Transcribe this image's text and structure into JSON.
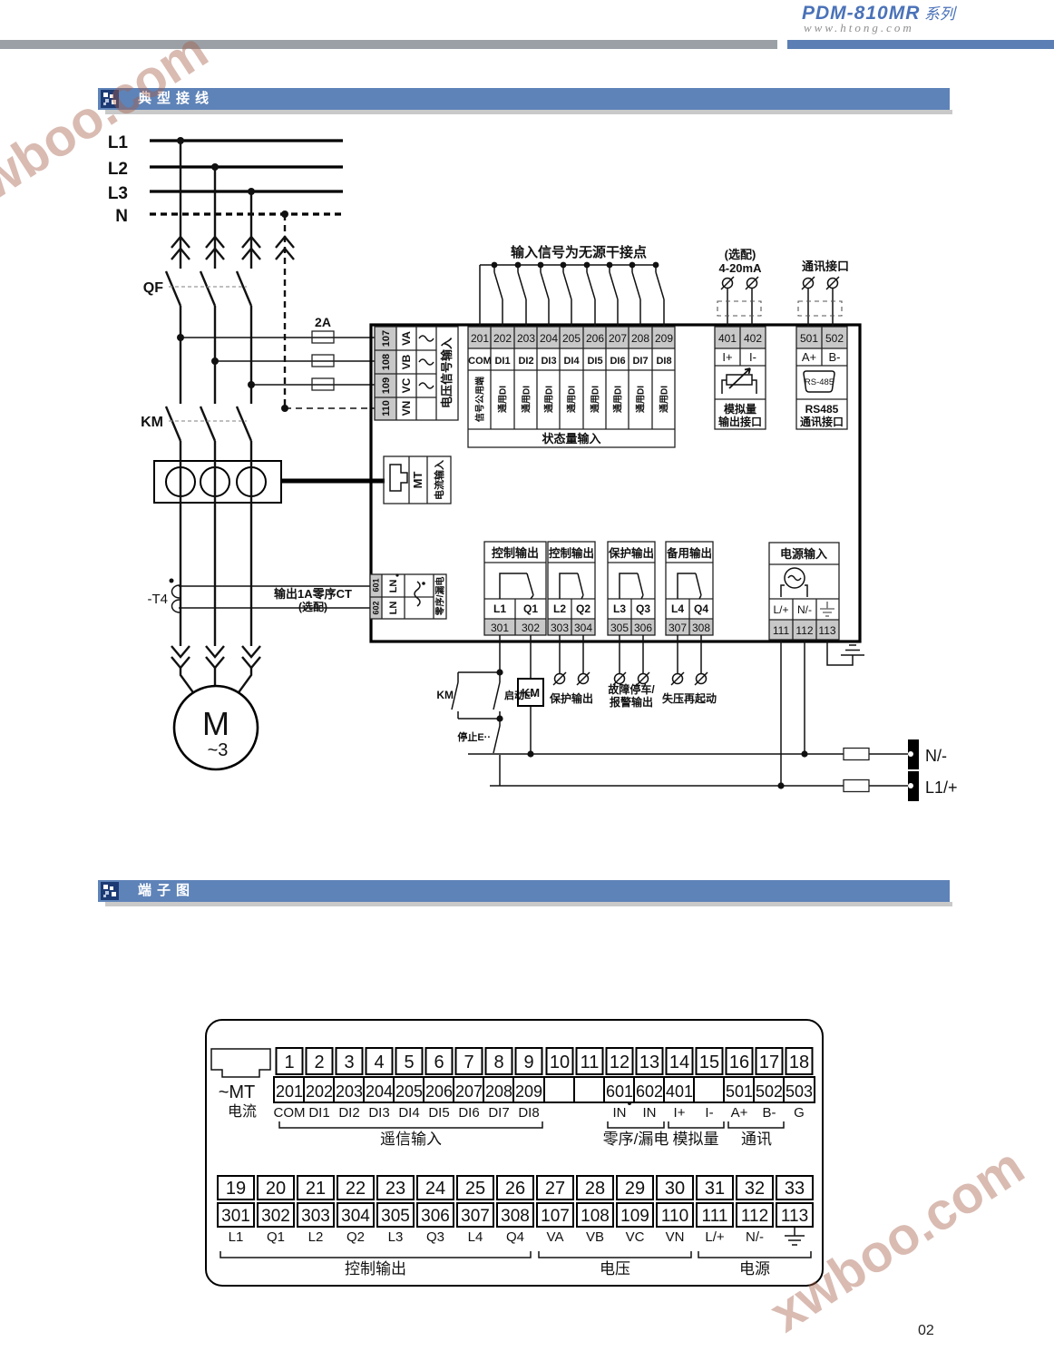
{
  "header": {
    "brand": "PDM-810MR",
    "brand_suffix": "系列",
    "url": "www.htong.com"
  },
  "sections": {
    "s1": "典型接线",
    "s2": "端子图"
  },
  "watermark": "xwboo.com",
  "page_number": "02",
  "colors": {
    "accent_blue": "#5e83b8",
    "icon_navy": "#1c3a74",
    "bar_gray": "#9aa0a6",
    "cell_gray": "#c8c8c8"
  },
  "wiring": {
    "phases": [
      "L1",
      "L2",
      "L3",
      "N"
    ],
    "qf": "QF",
    "km": "KM",
    "fuse_rating": "2A",
    "ct_label": "-T4",
    "ct_note_line1": "输出1A零序CT",
    "ct_note_line2": "(选配)",
    "motor": "M",
    "motor_phase": "~3",
    "di_note": "输入信号为无源干接点",
    "analog_note_line1": "(选配)",
    "analog_note_line2": "4-20mA",
    "comm_note": "通讯接口",
    "voltage": {
      "nums": [
        "107",
        "108",
        "109",
        "110"
      ],
      "codes": [
        "VA",
        "VB",
        "VC",
        "VN"
      ],
      "label": "电压信号输入"
    },
    "di": {
      "nums": [
        "201",
        "202",
        "203",
        "204",
        "205",
        "206",
        "207",
        "208",
        "209"
      ],
      "codes": [
        "COM",
        "DI1",
        "DI2",
        "DI3",
        "DI4",
        "DI5",
        "DI6",
        "DI7",
        "DI8"
      ],
      "col0": "信号公用端",
      "col": "通用DI",
      "footer": "状态量输入"
    },
    "mt": {
      "name": "MT",
      "label": "电流输入"
    },
    "zero": {
      "nums": [
        "601",
        "602"
      ],
      "codes": [
        "LN",
        "LN"
      ],
      "label": "零序/漏电"
    },
    "analog": {
      "nums": [
        "401",
        "402"
      ],
      "codes": [
        "I+",
        "I-"
      ],
      "label1": "模拟量",
      "label2": "输出接口"
    },
    "comm": {
      "nums": [
        "501",
        "502"
      ],
      "codes": [
        "A+",
        "B-"
      ],
      "conn": "RS-485",
      "label1": "RS485",
      "label2": "通讯接口"
    },
    "outputs": [
      {
        "title": "控制输出",
        "codes": [
          "L1",
          "Q1"
        ],
        "nums": [
          "301",
          "302"
        ]
      },
      {
        "title": "控制输出",
        "codes": [
          "L2",
          "Q2"
        ],
        "nums": [
          "303",
          "304"
        ]
      },
      {
        "title": "保护输出",
        "codes": [
          "L3",
          "Q3"
        ],
        "nums": [
          "305",
          "306"
        ]
      },
      {
        "title": "备用输出",
        "codes": [
          "L4",
          "Q4"
        ],
        "nums": [
          "307",
          "308"
        ]
      }
    ],
    "power": {
      "title": "电源输入",
      "codes": [
        "L/+",
        "N/-"
      ],
      "nums": [
        "111",
        "112",
        "113"
      ]
    },
    "aux": {
      "km_contact": "KM",
      "start": "启动E··",
      "stop": "停止E··",
      "km_coil": "KM",
      "prot": "保护输出",
      "fault1": "故障停车/",
      "fault2": "报警输出",
      "restart": "失压再起动"
    },
    "supply": {
      "neutral": "N/-",
      "line": "L1/+"
    }
  },
  "terminal": {
    "mt_label": "~MT",
    "mt_sub": "电流",
    "top_pins": [
      "1",
      "2",
      "3",
      "4",
      "5",
      "6",
      "7",
      "8",
      "9",
      "10",
      "11",
      "12",
      "13",
      "14",
      "15",
      "16",
      "17",
      "18"
    ],
    "top_codes": [
      "201",
      "202",
      "203",
      "204",
      "205",
      "206",
      "207",
      "208",
      "209",
      "",
      "",
      "601",
      "602",
      "401",
      "402",
      "501",
      "502",
      "503"
    ],
    "top_labels": [
      "COM",
      "DI1",
      "DI2",
      "DI3",
      "DI4",
      "DI5",
      "DI6",
      "DI7",
      "DI8",
      "",
      "",
      "IN",
      "IN",
      "I+",
      "I-",
      "A+",
      "B-",
      "G"
    ],
    "top_groups": [
      "遥信输入",
      "零序/漏电",
      "模拟量",
      "通讯"
    ],
    "bottom_pins": [
      "19",
      "20",
      "21",
      "22",
      "23",
      "24",
      "25",
      "26",
      "27",
      "28",
      "29",
      "30",
      "31",
      "32",
      "33"
    ],
    "bottom_codes": [
      "301",
      "302",
      "303",
      "304",
      "305",
      "306",
      "307",
      "308",
      "107",
      "108",
      "109",
      "110",
      "111",
      "112",
      "113"
    ],
    "bottom_labels": [
      "L1",
      "Q1",
      "L2",
      "Q2",
      "L3",
      "Q3",
      "L4",
      "Q4",
      "VA",
      "VB",
      "VC",
      "VN",
      "L/+",
      "N/-"
    ],
    "bottom_groups": [
      "控制输出",
      "电压",
      "电源"
    ]
  }
}
